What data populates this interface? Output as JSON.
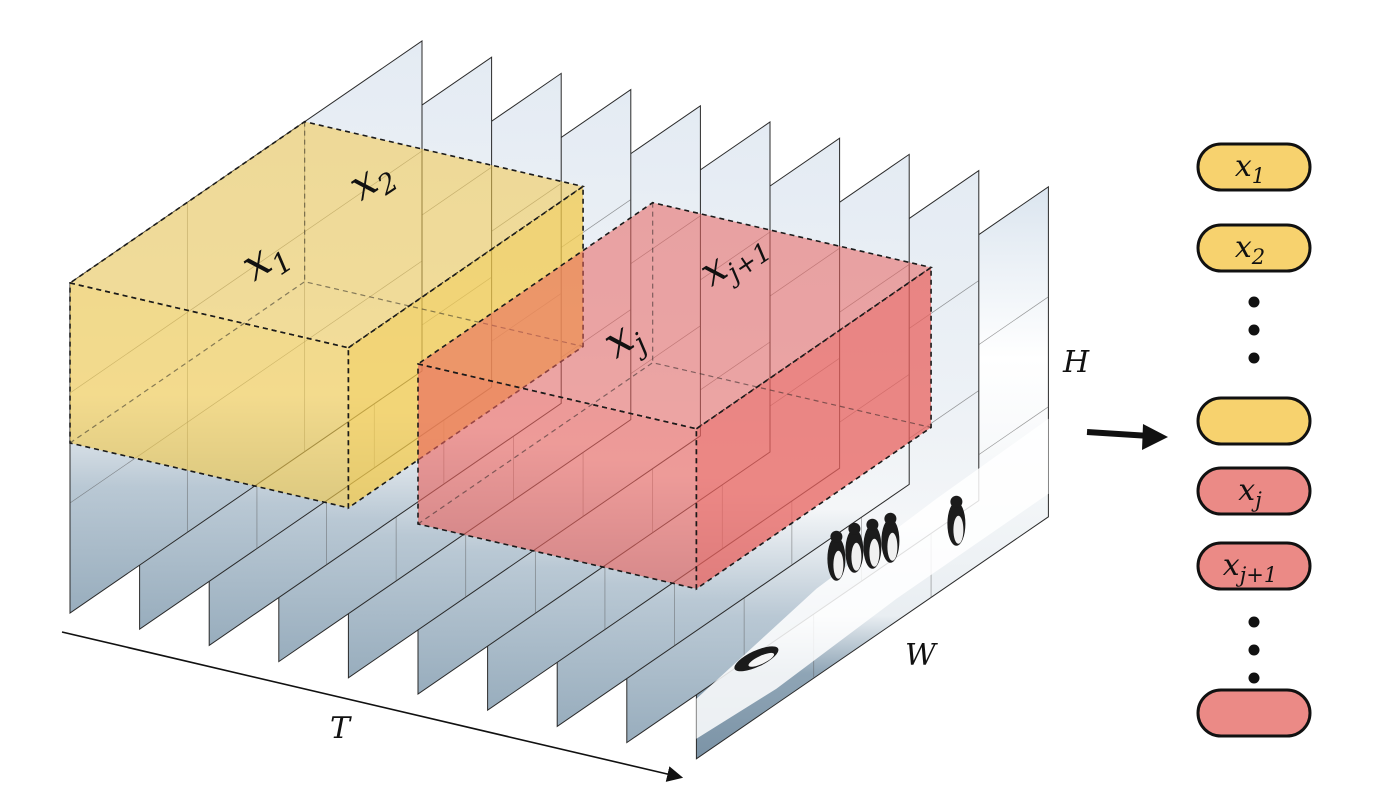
{
  "diagram": {
    "axis_labels": {
      "time": "T",
      "height": "H",
      "width": "W"
    },
    "frames": {
      "count": 10
    },
    "tubelets": [
      {
        "id": "x1",
        "label": "x",
        "subscript": "1",
        "color": "#f2c94c"
      },
      {
        "id": "x2",
        "label": "x",
        "subscript": "2",
        "color": "#f2c94c"
      },
      {
        "id": "xj",
        "label": "x",
        "subscript": "j",
        "color": "#e8625e"
      },
      {
        "id": "xj1",
        "label": "x",
        "subscript": "j+1",
        "color": "#e8625e"
      }
    ]
  },
  "token_sequence": {
    "tokens": [
      {
        "label": "x",
        "subscript": "1",
        "fill": "#f7d26e",
        "group": "yellow"
      },
      {
        "label": "x",
        "subscript": "2",
        "fill": "#f7d26e",
        "group": "yellow"
      },
      {
        "ellipsis": true
      },
      {
        "label": "",
        "subscript": "",
        "fill": "#f7d26e",
        "group": "yellow"
      },
      {
        "label": "x",
        "subscript": "j",
        "fill": "#eb8a86",
        "group": "red"
      },
      {
        "label": "x",
        "subscript": "j+1",
        "fill": "#eb8a86",
        "group": "red"
      },
      {
        "ellipsis": true
      },
      {
        "label": "",
        "subscript": "",
        "fill": "#eb8a86",
        "group": "red"
      }
    ]
  },
  "colors": {
    "yellow": "#f2c94c",
    "red": "#e8625e",
    "frame_sky": "#d9e3ee",
    "frame_snow": "#f2f5f8",
    "frame_water": "#9eb3c3",
    "outline": "#1a1a1a"
  }
}
